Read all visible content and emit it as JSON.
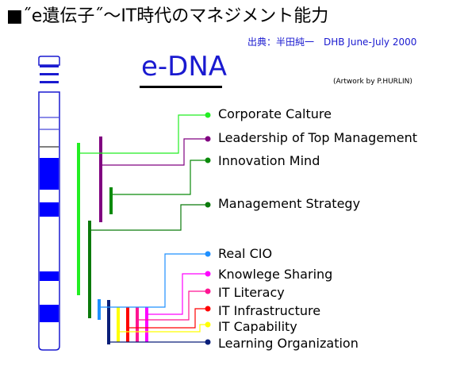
{
  "title": "■˝e遺伝子˝～IT時代のマネジメント能力",
  "source": "出典：半田純一　DHB June-July 2000",
  "heading": "e-DNA",
  "credit": "(Artwork by P.HURLIN)",
  "traits": [
    {
      "label": "Corporate Calture",
      "color": "#22ee22"
    },
    {
      "label": "Leadership of Top  Management",
      "color": "#800080"
    },
    {
      "label": "Innovation Mind",
      "color": "#0b8a0b"
    },
    {
      "label": "Management Strategy",
      "color": "#0b7a0b"
    },
    {
      "label": "Real CIO",
      "color": "#1e90ff"
    },
    {
      "label": "Knowlege Sharing",
      "color": "#ff00ff"
    },
    {
      "label": "IT Literacy",
      "color": "#ff1493"
    },
    {
      "label": "IT Infrastructure",
      "color": "#ff0000"
    },
    {
      "label": "IT Capability",
      "color": "#ffff00"
    },
    {
      "label": "Learning Organization",
      "color": "#0a1f7a"
    }
  ]
}
